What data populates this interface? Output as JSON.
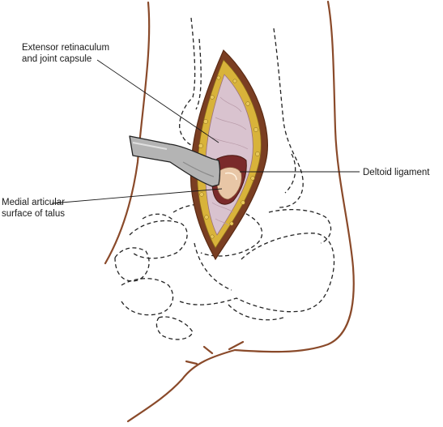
{
  "labels": {
    "extensor_line1": "Extensor retinaculum",
    "extensor_line2": "and joint capsule",
    "deltoid": "Deltoid ligament",
    "medial_line1": "Medial articular",
    "medial_line2": "surface of talus"
  },
  "colors": {
    "skin_outline": "#8a4a2a",
    "bone_outline": "#222222",
    "fat_yellow": "#d8b33a",
    "capsule_pink": "#d9c3cf",
    "wound_edge": "#9a5a3a",
    "retractor_gray": "#a9a9a9",
    "talus_cartilage": "#e8c6a6"
  },
  "icons": [
    "retractor",
    "incision",
    "leader-line"
  ]
}
